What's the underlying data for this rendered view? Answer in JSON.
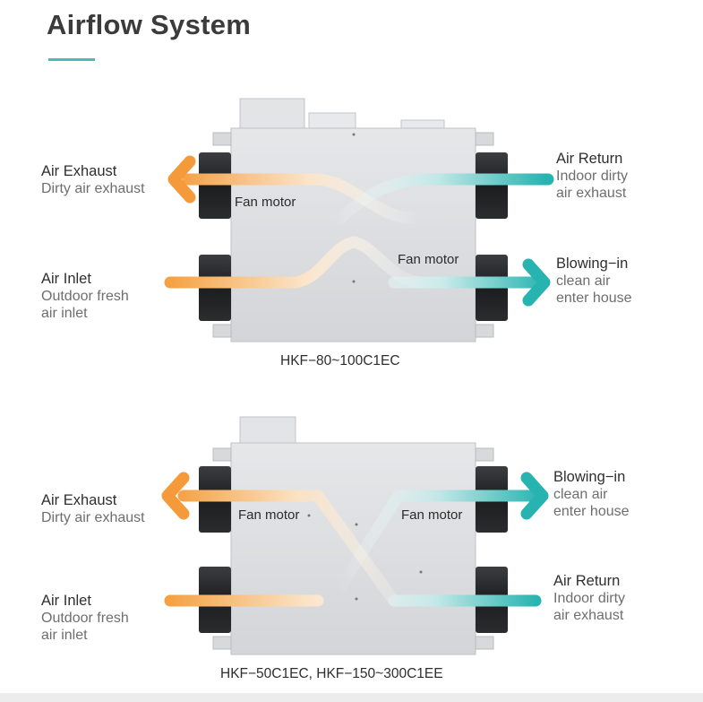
{
  "page": {
    "title": "Airflow System"
  },
  "colors": {
    "exhaust_orange": "#f4a347",
    "inlet_teal": "#2bb6b3",
    "accent": "#4cb9b9"
  },
  "diagram_top": {
    "model": "HKF−80~100C1EC",
    "left_top": {
      "heading": "Air Exhaust",
      "lines": [
        "Dirty air exhaust"
      ]
    },
    "left_bottom": {
      "heading": "Air Inlet",
      "lines": [
        "Outdoor fresh",
        "air inlet"
      ]
    },
    "right_top": {
      "heading": "Air Return",
      "lines": [
        "Indoor dirty",
        "air exhaust"
      ]
    },
    "right_bottom": {
      "heading": "Blowing−in",
      "lines": [
        "clean air",
        "enter house"
      ]
    },
    "fan_left": "Fan motor",
    "fan_right": "Fan motor"
  },
  "diagram_bottom": {
    "model": "HKF−50C1EC, HKF−150~300C1EE",
    "left_top": {
      "heading": "Air Exhaust",
      "lines": [
        "Dirty air exhaust"
      ]
    },
    "left_bottom": {
      "heading": "Air Inlet",
      "lines": [
        "Outdoor fresh",
        "air inlet"
      ]
    },
    "right_top": {
      "heading": "Blowing−in",
      "lines": [
        "clean air",
        "enter house"
      ]
    },
    "right_bottom": {
      "heading": "Air Return",
      "lines": [
        "Indoor dirty",
        "air exhaust"
      ]
    },
    "fan_left": "Fan motor",
    "fan_right": "Fan motor"
  }
}
